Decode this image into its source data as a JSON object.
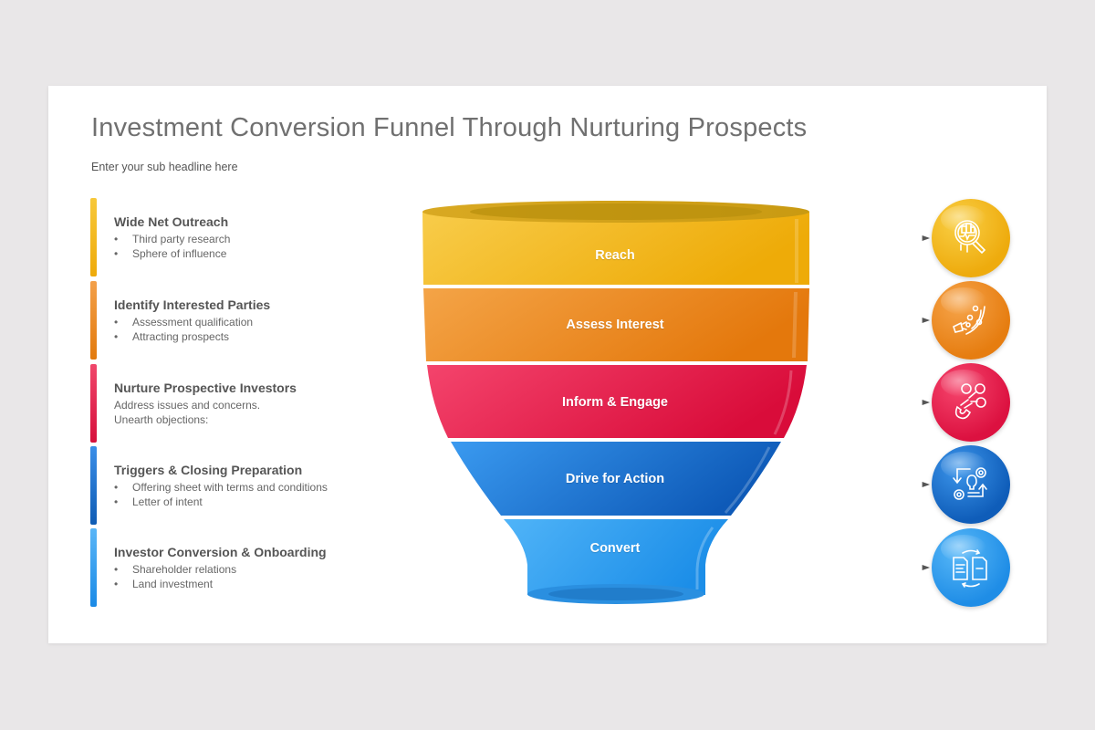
{
  "slide": {
    "title": "Investment Conversion Funnel Through Nurturing Prospects",
    "subtitle": "Enter your sub headline here"
  },
  "stages": [
    {
      "heading": "Wide Net Outreach",
      "color": "#f2b81c",
      "bullets": [
        "Third party research",
        "Sphere of influence"
      ]
    },
    {
      "heading": "Identify Interested Parties",
      "color": "#ec8a1f",
      "bullets": [
        "Assessment qualification",
        "Attracting prospects"
      ]
    },
    {
      "heading": "Nurture Prospective Investors",
      "color": "#e21c4a",
      "lines": [
        "Address issues and concerns.",
        "Unearth objections:"
      ]
    },
    {
      "heading": "Triggers & Closing Preparation",
      "color": "#1565c0",
      "bullets": [
        "Offering sheet with terms and conditions",
        "Letter of intent"
      ]
    },
    {
      "heading": "Investor Conversion & Onboarding",
      "color": "#2a9cf0",
      "bullets": [
        "Shareholder relations",
        "Land investment"
      ]
    }
  ],
  "funnel": {
    "segments": [
      {
        "label": "Reach",
        "color": "#f3b51a",
        "icon": "magnifier-chart-icon"
      },
      {
        "label": "Assess Interest",
        "color": "#ee8a22",
        "icon": "megaphone-people-icon"
      },
      {
        "label": "Inform & Engage",
        "color": "#e51d4c",
        "icon": "magnet-people-icon"
      },
      {
        "label": "Drive for Action",
        "color": "#1b74d6",
        "icon": "lightbulb-gears-icon"
      },
      {
        "label": "Convert",
        "color": "#2fa2f2",
        "icon": "document-exchange-icon"
      }
    ]
  }
}
